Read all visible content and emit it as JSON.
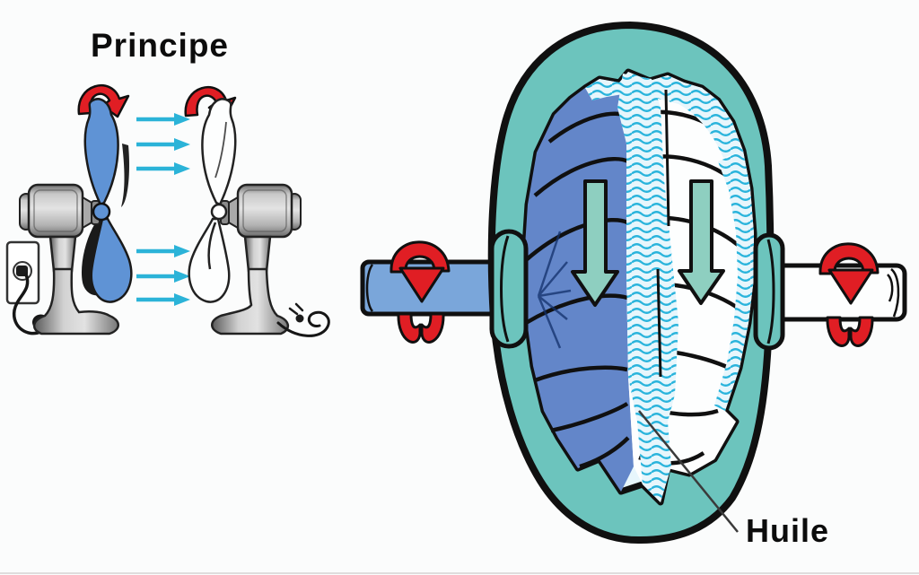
{
  "title": "Principe",
  "colors": {
    "background": "#fbfcfc",
    "ink": "#101010",
    "red": "#e01e24",
    "airflow": "#2bb3d8",
    "bladeBlue": "#5f93d5",
    "casing": "#6cc4bd",
    "impeller": "#6386c9",
    "turbine": "#fdfefe",
    "shaftBlue": "#7aa6da",
    "oilLight": "#e7f6fc",
    "oilWave": "#2ab4dc",
    "tealArrow": "#8ecfc0",
    "metal": "#b9b9b9"
  },
  "principle_panel": {
    "driving_fan": {
      "kind": "desk-fan",
      "blade_color": "#5f93d5",
      "rotation_icon": "rotation-arrow",
      "cord_state": "plugged-into-wall-outlet"
    },
    "driven_fan": {
      "kind": "desk-fan",
      "blade_color": "#ffffff",
      "rotation_icon": "rotation-arrow",
      "cord_state": "unplugged-coiled-on-floor"
    },
    "airflow": {
      "icon": "right-arrow",
      "count": 6,
      "direction": "left-to-right"
    }
  },
  "coupling_panel": {
    "impeller_side": "left",
    "turbine_side": "right",
    "oil_label": "Huile",
    "oil_flow": {
      "icon": "down-arrow",
      "count": 2,
      "direction": "down"
    },
    "input_rotation": {
      "icon": "rotation-arrow"
    },
    "output_rotation": {
      "icon": "rotation-arrow"
    }
  }
}
